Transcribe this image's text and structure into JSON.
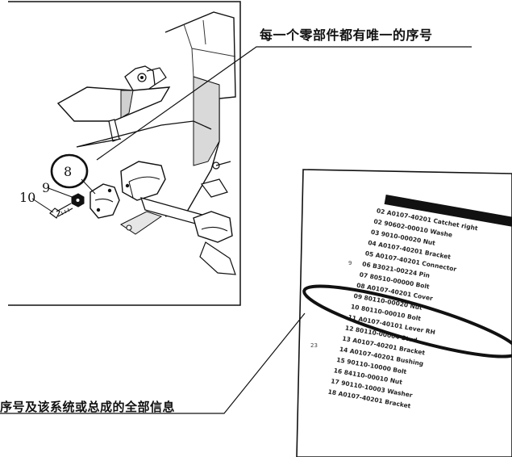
{
  "callouts": {
    "top": "每一个零部件都有唯一的序号",
    "bottom": "序号及该系统或总成的全部信息"
  },
  "diagram": {
    "part_numbers": [
      "8",
      "9",
      "10"
    ]
  },
  "parts_table": {
    "side_numbers": [
      "9",
      "23"
    ],
    "rows": [
      "02  A0107-40201 Catchet right",
      "02  90602-00010 Washe",
      "03  9010-00020 Nut",
      "04  A0107-40201 Bracket",
      "05  A0107-40201 Connector",
      "06  B3021-00224 Pin",
      "07  80510-00000 Bolt",
      "08  A0107-40201 Cover",
      "09  80110-00020 Nut",
      "10  80110-00010 Bolt",
      "11  A0107-40101 Lever RH",
      "12  80110-00004 Stud",
      "13  A0107-40201 Bracket",
      "14  A0107-40201 Bushing",
      "15  90110-10000 Bolt",
      "16  84110-00010 Nut",
      "17  90110-10003 Washer",
      "18  A0107-40201 Bracket"
    ]
  }
}
